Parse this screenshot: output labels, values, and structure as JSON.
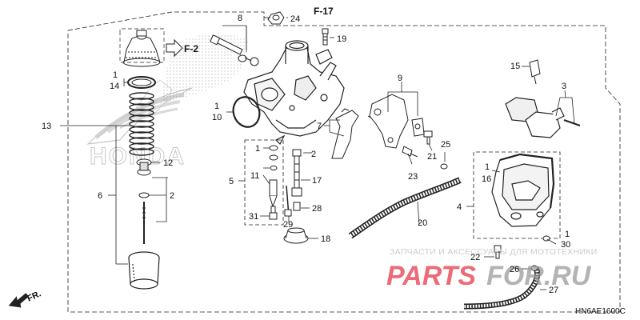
{
  "diagram": {
    "code": "HN6AE1600C",
    "refs": {
      "F17": "F-17",
      "F2": "F-2"
    },
    "direction": "FR."
  },
  "watermark": {
    "brand": "HONDA",
    "site_part1": "PARTS",
    "site_part2": "FOR.RU",
    "tagline": "ЗАПЧАСТИ И АКСЕССУАРЫ ДЛЯ МОТОТЕХНИКИ",
    "accent_red": "#e8394a",
    "accent_gray": "#9a9a9a"
  },
  "callouts": {
    "c1a": "1",
    "c14": "14",
    "c13": "13",
    "c12": "12",
    "c2a": "2",
    "c6": "6",
    "c8": "8",
    "c24": "24",
    "c19": "19",
    "c1b": "1",
    "c10": "10",
    "c7": "7",
    "c1c": "1",
    "c11": "11",
    "c5": "5",
    "c2b": "2",
    "c17": "17",
    "c28": "28",
    "c31": "31",
    "c29": "29",
    "c18": "18",
    "c9": "9",
    "c21": "21",
    "c23": "23",
    "c25": "25",
    "c20": "20",
    "c15": "15",
    "c3": "3",
    "c1d": "1",
    "c16": "16",
    "c4": "4",
    "c1e": "1",
    "c30": "30",
    "c22": "22",
    "c26": "26",
    "c27": "27"
  }
}
